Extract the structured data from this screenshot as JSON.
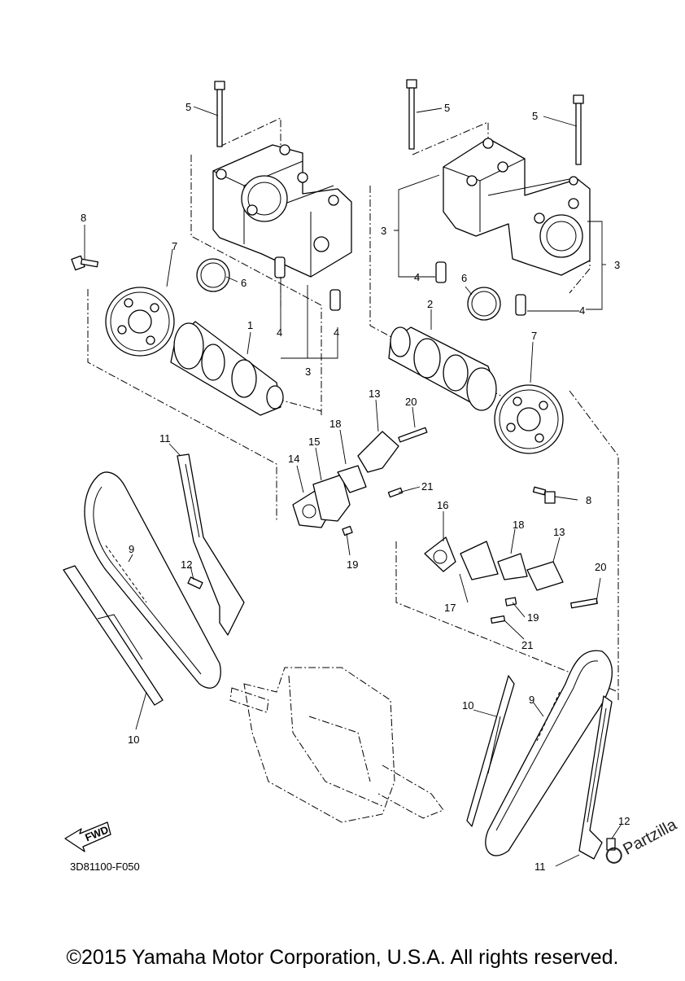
{
  "diagram": {
    "code": "3D81100-F050",
    "copyright": "©2015 Yamaha Motor Corporation, U.S.A. All rights reserved.",
    "fwd_label": "FWD",
    "watermark": "Partzilla"
  },
  "callouts": {
    "c1": "1",
    "c2": "2",
    "c3a": "3",
    "c3b": "3",
    "c3c": "3",
    "c4a": "4",
    "c4b": "4",
    "c4c": "4",
    "c4d": "4",
    "c5a": "5",
    "c5b": "5",
    "c5c": "5",
    "c6a": "6",
    "c6b": "6",
    "c7a": "7",
    "c7b": "7",
    "c8a": "8",
    "c8b": "8",
    "c9a": "9",
    "c9b": "9",
    "c10a": "10",
    "c10b": "10",
    "c11a": "11",
    "c11b": "11",
    "c12a": "12",
    "c12b": "12",
    "c13a": "13",
    "c13b": "13",
    "c14": "14",
    "c15": "15",
    "c16": "16",
    "c17": "17",
    "c18a": "18",
    "c18b": "18",
    "c19a": "19",
    "c19b": "19",
    "c20a": "20",
    "c20b": "20",
    "c21a": "21",
    "c21b": "21"
  }
}
